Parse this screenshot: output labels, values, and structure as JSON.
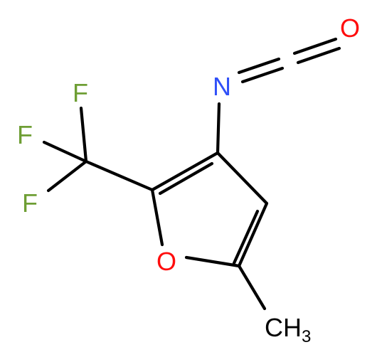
{
  "molecule": {
    "atoms": {
      "oxygen_carbonyl": {
        "label": "O",
        "color": "#ff0d0d"
      },
      "nitrogen": {
        "label": "N",
        "color": "#3050f8"
      },
      "fluorine_1": {
        "label": "F",
        "color": "#6e9e34"
      },
      "fluorine_2": {
        "label": "F",
        "color": "#6e9e34"
      },
      "fluorine_3": {
        "label": "F",
        "color": "#6e9e34"
      },
      "oxygen_ring": {
        "label": "O",
        "color": "#ff0d0d"
      },
      "methyl": {
        "label": "CH",
        "subscript": "3",
        "color": "#000000"
      }
    }
  }
}
